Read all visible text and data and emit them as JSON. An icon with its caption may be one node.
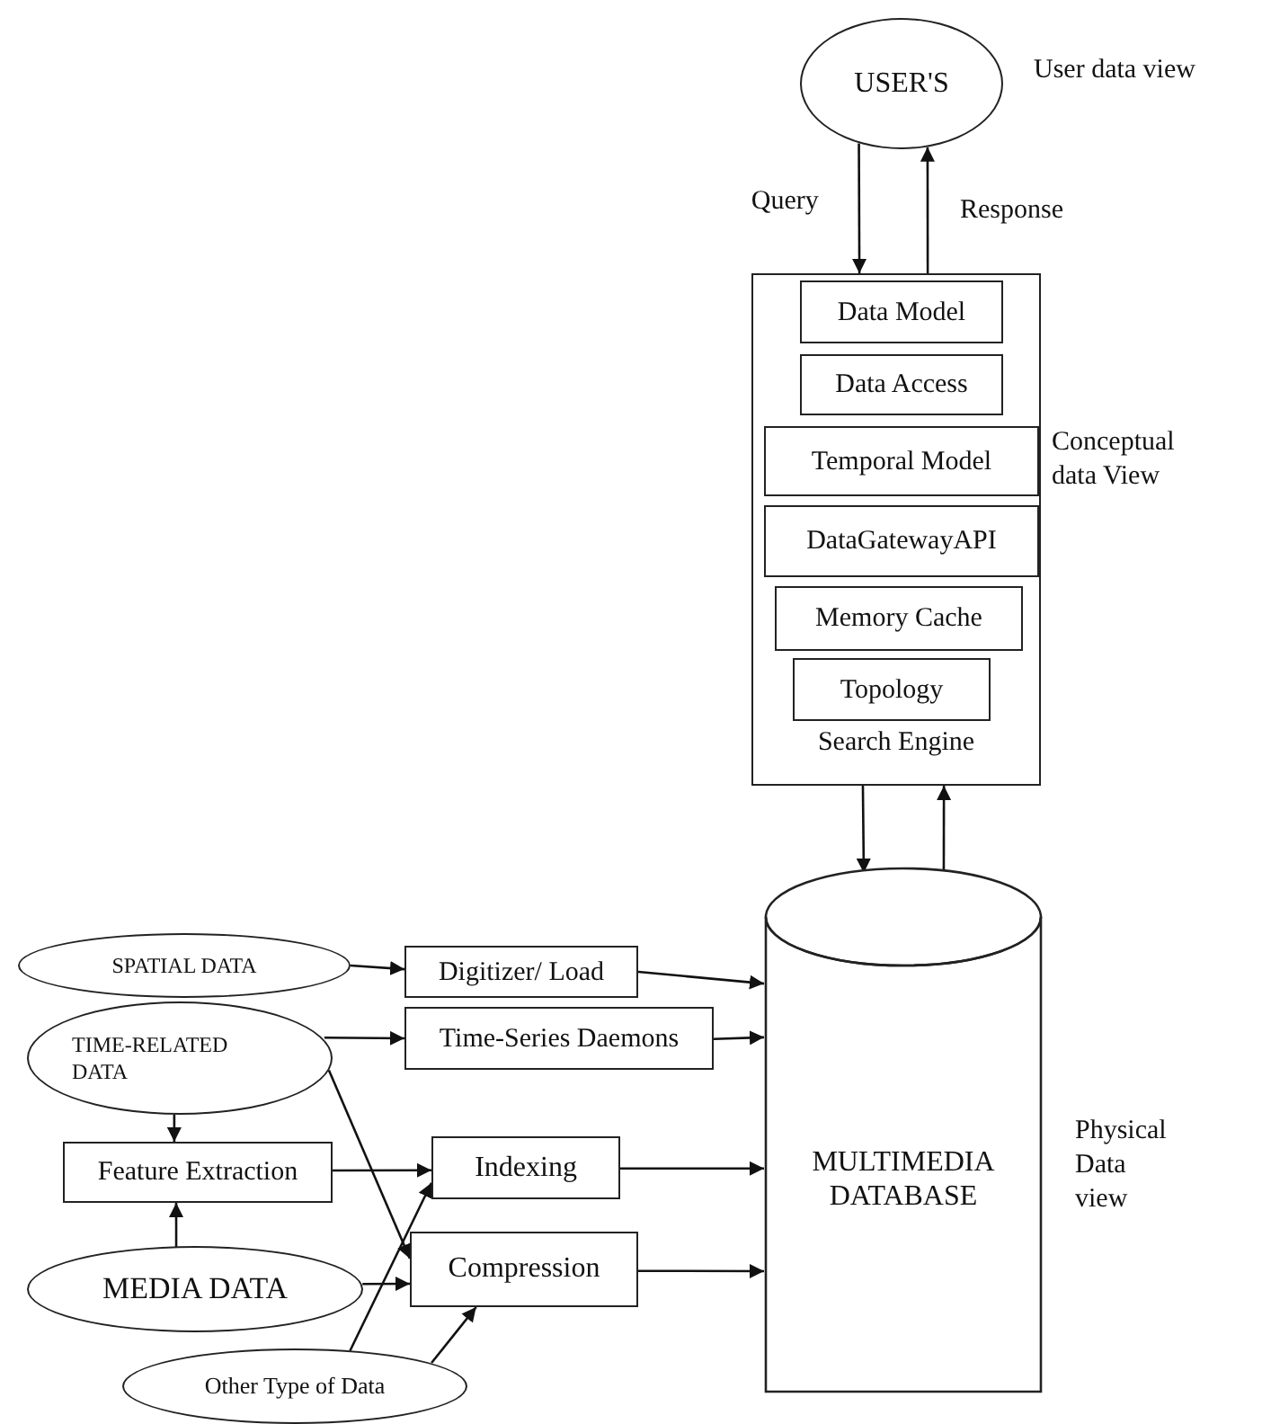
{
  "diagram": {
    "nodes": [
      {
        "text": [
          "USER'S"
        ]
      },
      {
        "text": [
          "Search Engine"
        ]
      },
      {
        "text": [
          "Data Model"
        ],
        "in": 1
      },
      {
        "text": [
          "Data Access"
        ],
        "in": 1
      },
      {
        "text": [
          "Temporal Model"
        ],
        "in": 1
      },
      {
        "text": [
          "DataGatewayAPI"
        ],
        "in": 1
      },
      {
        "text": [
          "Memory Cache"
        ],
        "in": 1
      },
      {
        "text": [
          "Topology"
        ],
        "in": 1
      },
      {
        "text": [
          "MULTIMEDIA DATABASE"
        ]
      },
      {
        "text": [
          "SPATIAL DATA"
        ]
      },
      {
        "text": [
          "Digitizer/ Load"
        ]
      },
      {
        "text": [
          "TIME-RELATED DATA"
        ]
      },
      {
        "text": [
          "Time-Series Daemons"
        ]
      },
      {
        "text": [
          "Feature Extraction"
        ]
      },
      {
        "text": [
          "Indexing"
        ]
      },
      {
        "text": [
          "MEDIA DATA"
        ]
      },
      {
        "text": [
          "Compression"
        ]
      },
      {
        "text": [
          "Other Type of Data"
        ]
      }
    ],
    "edges": [
      {
        "from": 0,
        "to": 1,
        "arrow": "to",
        "label": "Query"
      },
      {
        "from": 1,
        "to": 0,
        "arrow": "to",
        "label": "Response"
      },
      {
        "from": 1,
        "to": 8,
        "arrow": "to"
      },
      {
        "from": 8,
        "to": 1,
        "arrow": "to"
      },
      {
        "from": 9,
        "to": 10,
        "arrow": "to"
      },
      {
        "from": 10,
        "to": 8,
        "arrow": "to"
      },
      {
        "from": 11,
        "to": 12,
        "arrow": "to"
      },
      {
        "from": 12,
        "to": 8,
        "arrow": "to"
      },
      {
        "from": 11,
        "to": 13,
        "arrow": "to"
      },
      {
        "from": 11,
        "to": 16,
        "arrow": "to"
      },
      {
        "from": 13,
        "to": 14,
        "arrow": "to"
      },
      {
        "from": 15,
        "to": 13,
        "arrow": "to"
      },
      {
        "from": 15,
        "to": 16,
        "arrow": "to"
      },
      {
        "from": 17,
        "to": 14,
        "arrow": "to"
      },
      {
        "from": 17,
        "to": 16,
        "arrow": "to"
      },
      {
        "from": 14,
        "to": 8,
        "arrow": "to"
      },
      {
        "from": 16,
        "to": 8,
        "arrow": "to"
      }
    ],
    "labels": [
      "User data view",
      "Conceptual data View",
      "Physical Data view"
    ]
  }
}
